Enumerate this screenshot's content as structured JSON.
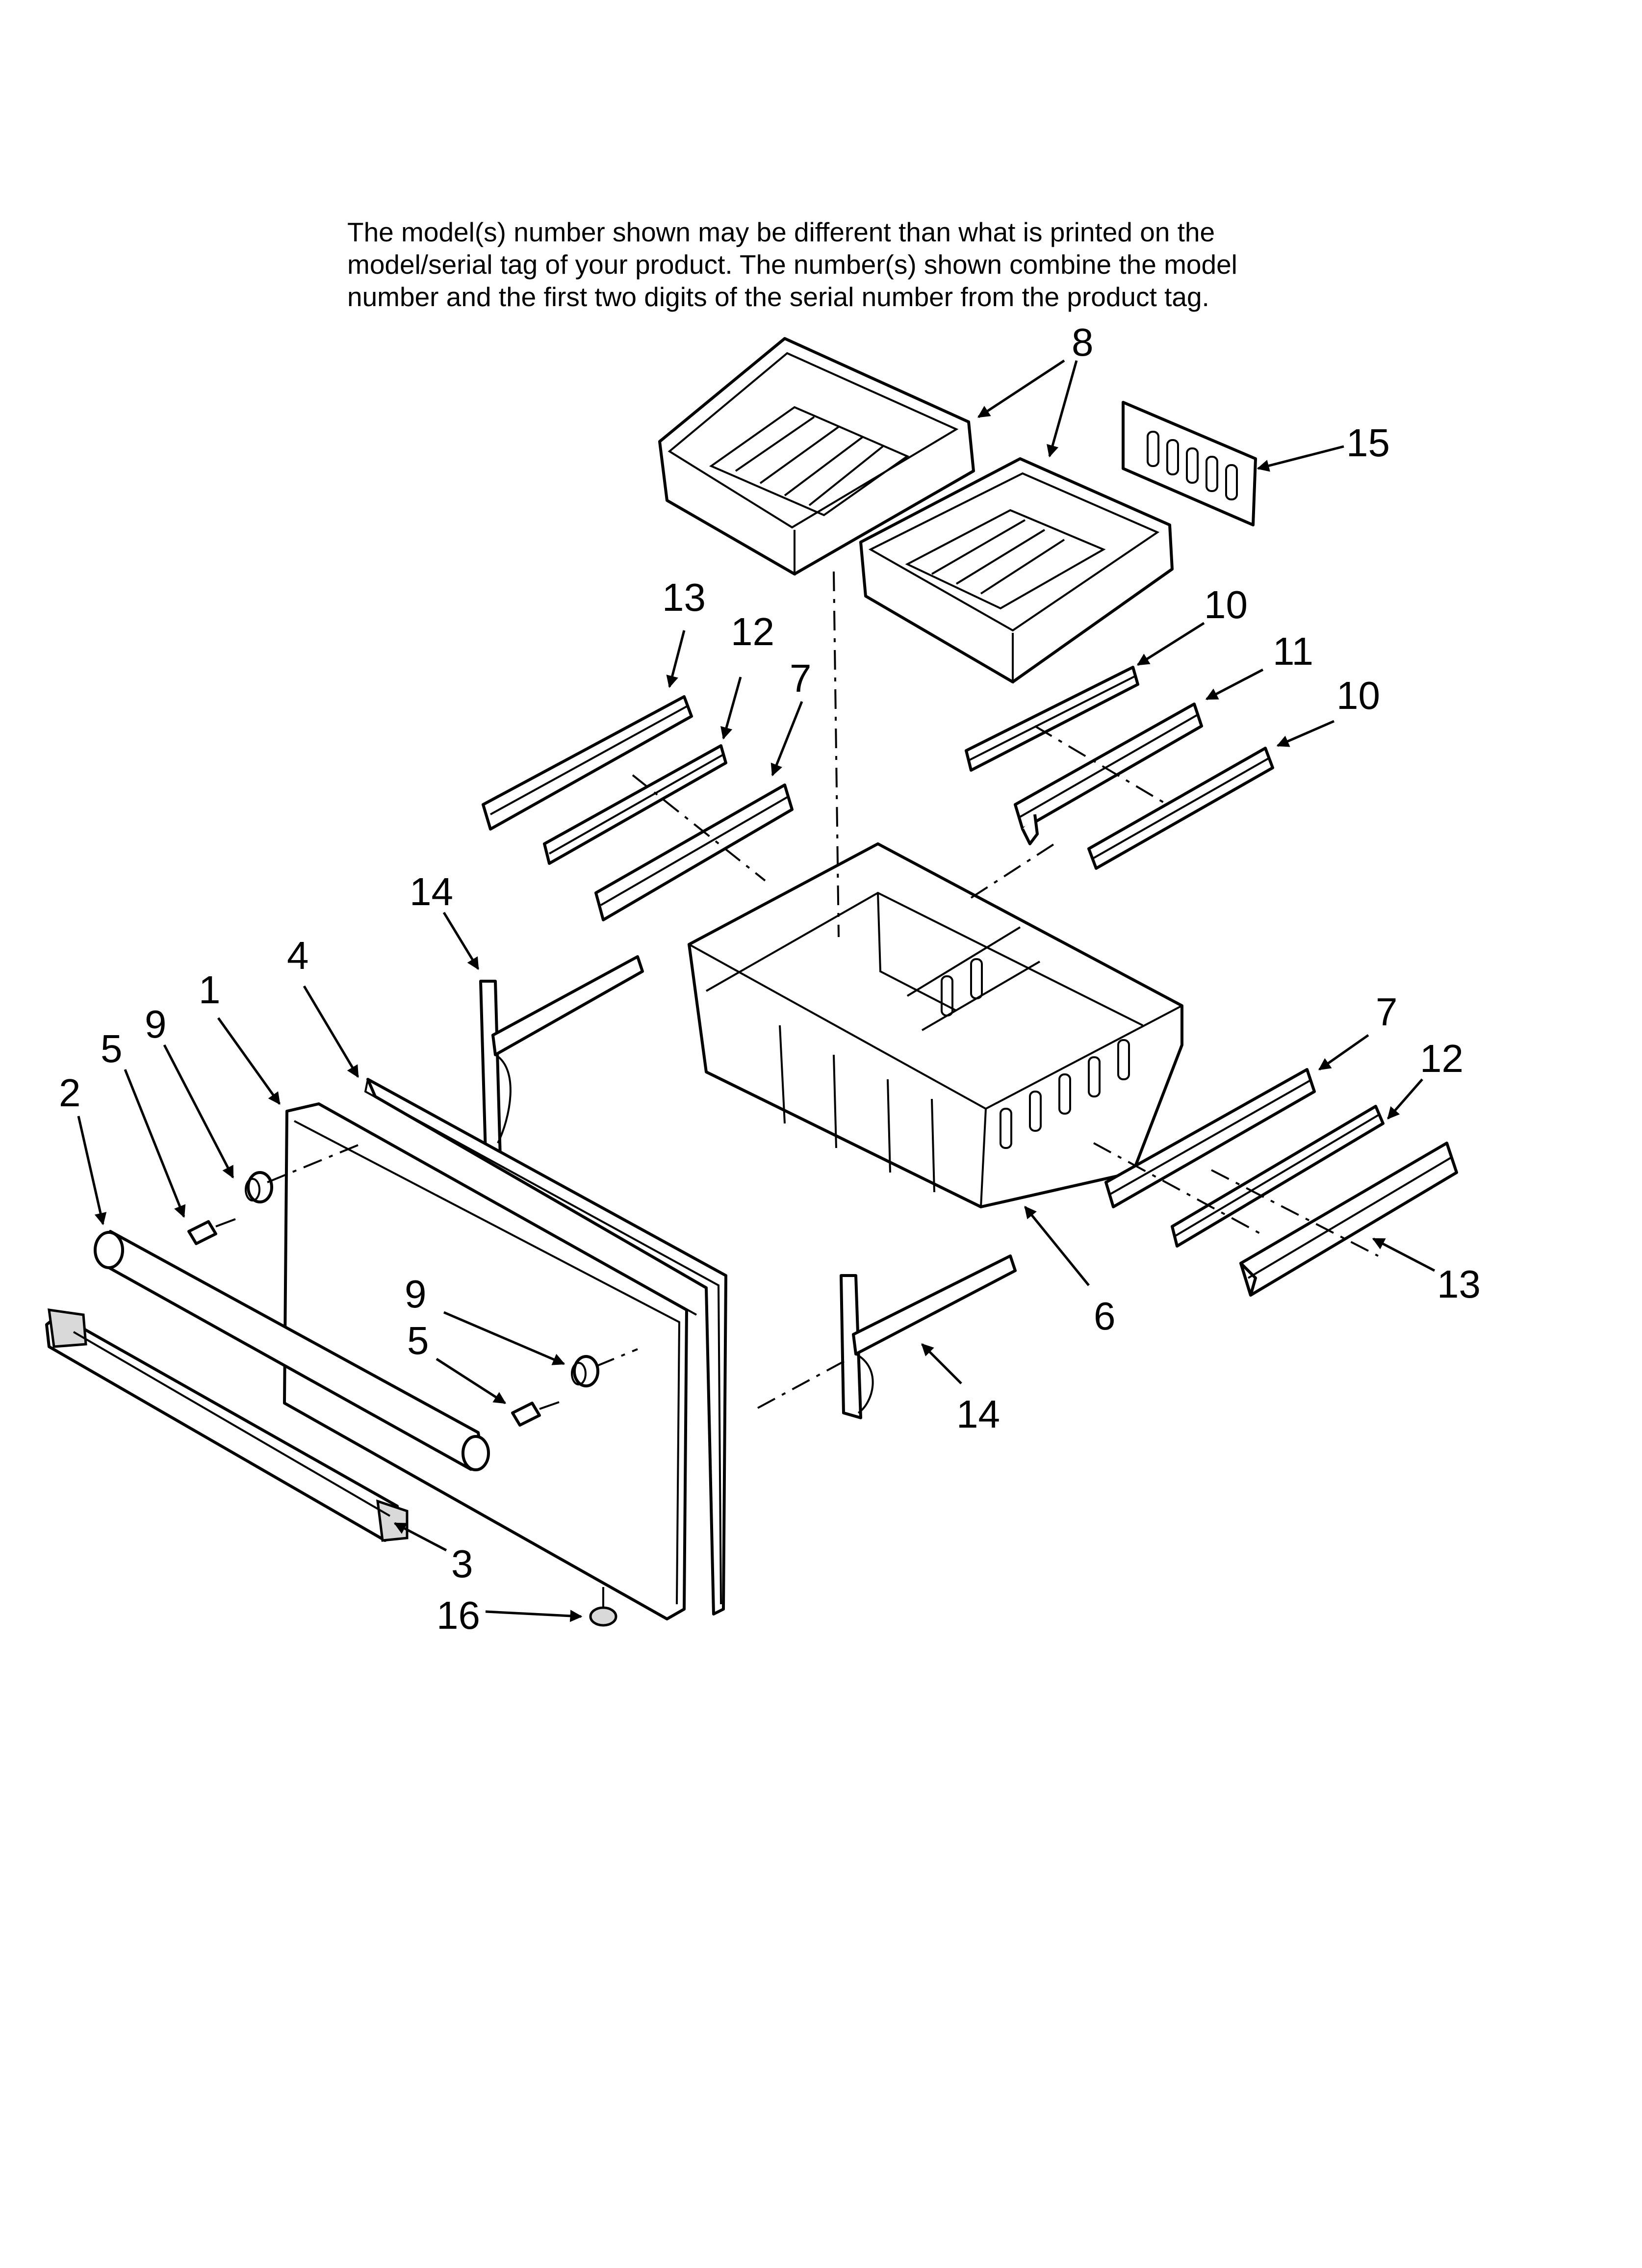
{
  "notice": {
    "lines": [
      "The model(s) number shown may be different than what is printed on the",
      "model/serial tag of your product. The number(s) shown combine the model",
      "number and the first two digits of the serial number from the product tag."
    ]
  },
  "callouts": {
    "c1": "1",
    "c2": "2",
    "c3": "3",
    "c4": "4",
    "c5a": "5",
    "c5b": "5",
    "c6": "6",
    "c7a": "7",
    "c7b": "7",
    "c8": "8",
    "c9a": "9",
    "c9b": "9",
    "c10a": "10",
    "c10b": "10",
    "c11": "11",
    "c12a": "12",
    "c12b": "12",
    "c13a": "13",
    "c13b": "13",
    "c14a": "14",
    "c14b": "14",
    "c15": "15",
    "c16": "16"
  }
}
